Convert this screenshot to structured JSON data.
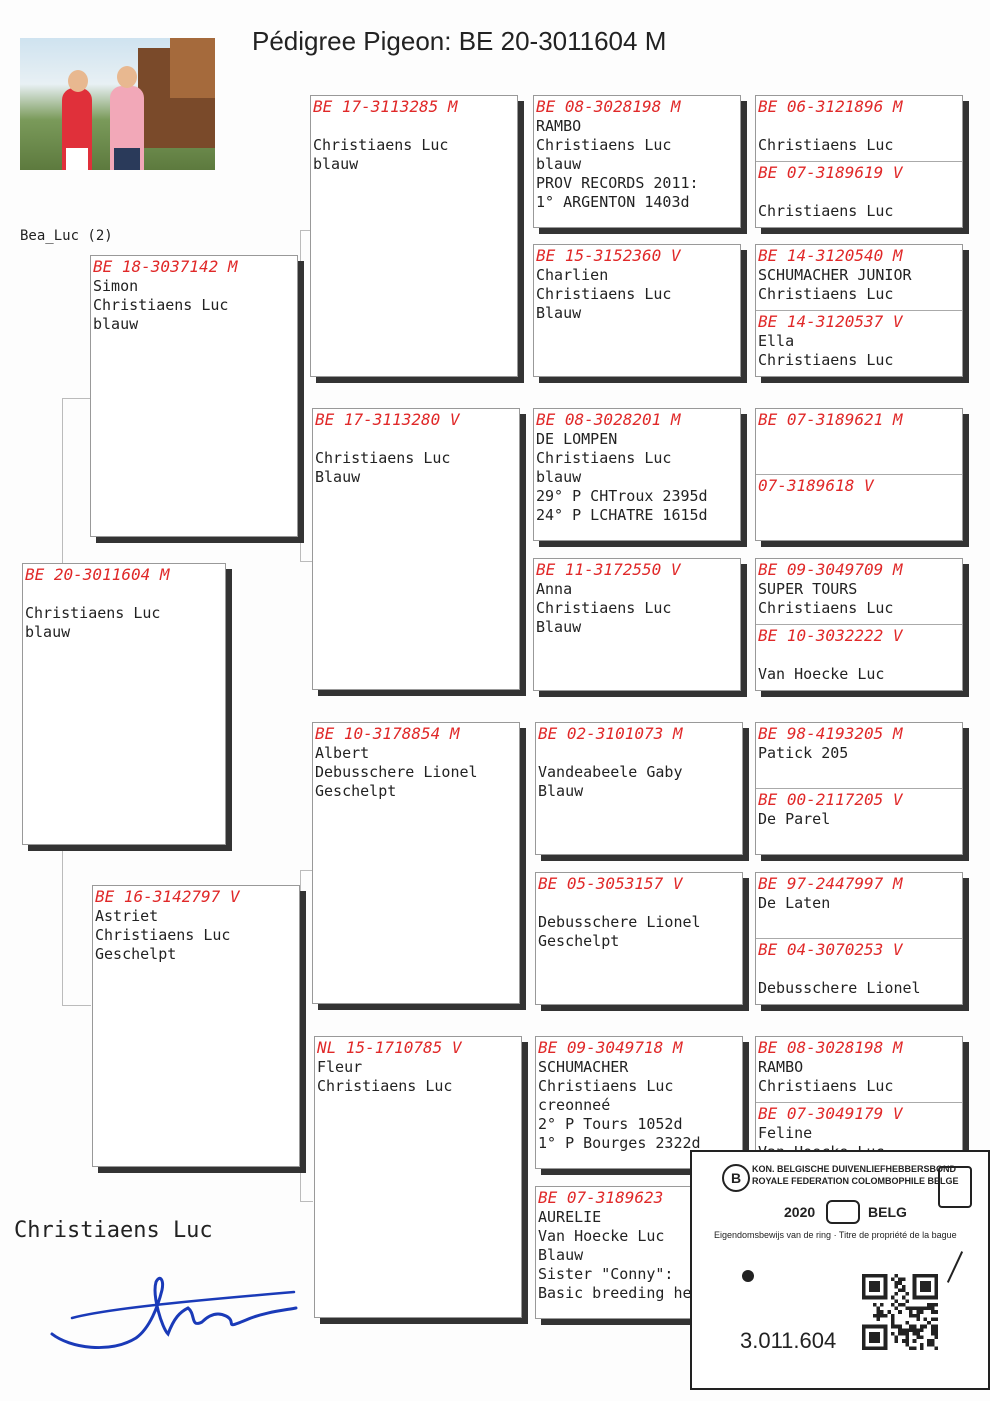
{
  "title": "Pédigree Pigeon: BE  20-3011604 M",
  "bea_luc": "Bea_Luc (2)",
  "breeder_name": "Christiaens Luc",
  "cards": {
    "main": {
      "ring": "BE  20-3011604 M",
      "lines": [
        "",
        "Christiaens Luc",
        "blauw"
      ]
    },
    "father": {
      "ring": "BE  18-3037142 M",
      "lines": [
        "Simon",
        "Christiaens Luc",
        "blauw"
      ]
    },
    "mother": {
      "ring": "BE  16-3142797 V",
      "lines": [
        "Astriet",
        "Christiaens Luc",
        "Geschelpt"
      ]
    },
    "ff": {
      "ring": "BE  17-3113285 M",
      "lines": [
        "",
        "Christiaens Luc",
        "blauw"
      ]
    },
    "fm": {
      "ring": "BE  17-3113280 V",
      "lines": [
        "",
        "Christiaens Luc",
        "Blauw"
      ]
    },
    "mf": {
      "ring": "BE  10-3178854 M",
      "lines": [
        "Albert",
        "Debusschere Lionel",
        "Geschelpt"
      ]
    },
    "mm": {
      "ring": "NL  15-1710785 V",
      "lines": [
        "Fleur",
        "Christiaens Luc"
      ]
    },
    "fff": {
      "ring": "BE  08-3028198 M",
      "lines": [
        "RAMBO",
        "Christiaens Luc",
        "blauw",
        "PROV RECORDS 2011:",
        "1° ARGENTON 1403d"
      ]
    },
    "ffm": {
      "ring": "BE  15-3152360 V",
      "lines": [
        "Charlien",
        "Christiaens Luc",
        "Blauw"
      ]
    },
    "fmf": {
      "ring": "BE  08-3028201 M",
      "lines": [
        "DE LOMPEN",
        "Christiaens Luc",
        "blauw",
        "29° P CHTroux 2395d",
        "24° P LCHATRE 1615d"
      ]
    },
    "fmm": {
      "ring": "BE  11-3172550 V",
      "lines": [
        "Anna",
        "Christiaens Luc",
        "Blauw"
      ]
    },
    "mff": {
      "ring": "BE  02-3101073 M",
      "lines": [
        "",
        "Vandeabeele Gaby",
        "Blauw"
      ]
    },
    "mfm": {
      "ring": "BE  05-3053157 V",
      "lines": [
        "",
        "Debusschere Lionel",
        "Geschelpt"
      ]
    },
    "mmf": {
      "ring": "BE  09-3049718 M",
      "lines": [
        "SCHUMACHER",
        "Christiaens Luc",
        "creonneé",
        "2° P Tours 1052d",
        "1° P Bourges 2322d"
      ]
    },
    "mmm": {
      "ring": "BE  07-3189623",
      "lines": [
        "AURELIE",
        "Van Hoecke Luc",
        "Blauw",
        "Sister \"Conny\":",
        "Basic breeding hen"
      ]
    },
    "g1a": {
      "ring": "BE  06-3121896 M",
      "lines": [
        "",
        "Christiaens Luc"
      ]
    },
    "g1b": {
      "ring": "BE  07-3189619 V",
      "lines": [
        "",
        "Christiaens Luc"
      ]
    },
    "g2a": {
      "ring": "BE  14-3120540 M",
      "lines": [
        "SCHUMACHER JUNIOR",
        "Christiaens Luc"
      ]
    },
    "g2b": {
      "ring": "BE  14-3120537 V",
      "lines": [
        "Ella",
        "Christiaens Luc"
      ]
    },
    "g3a": {
      "ring": "BE  07-3189621 M",
      "lines": []
    },
    "g3b": {
      "ring": "    07-3189618 V",
      "lines": []
    },
    "g4a": {
      "ring": "BE  09-3049709 M",
      "lines": [
        "SUPER TOURS",
        "Christiaens Luc"
      ]
    },
    "g4b": {
      "ring": "BE  10-3032222 V",
      "lines": [
        "",
        "Van Hoecke Luc"
      ]
    },
    "g5a": {
      "ring": "BE  98-4193205 M",
      "lines": [
        "Patick 205"
      ]
    },
    "g5b": {
      "ring": "BE  00-2117205 V",
      "lines": [
        "De Parel"
      ]
    },
    "g6a": {
      "ring": "BE  97-2447997 M",
      "lines": [
        "De Laten"
      ]
    },
    "g6b": {
      "ring": "BE  04-3070253 V",
      "lines": [
        "",
        "Debusschere Lionel"
      ]
    },
    "g7a": {
      "ring": "BE  08-3028198 M",
      "lines": [
        "RAMBO",
        "Christiaens Luc"
      ]
    },
    "g7b": {
      "ring": "BE  07-3049179 V",
      "lines": [
        "Feline",
        "Van Hoecke Luc"
      ]
    }
  },
  "certificate": {
    "org_nl": "KON. BELGISCHE DUIVENLIEFHEBBERSBOND",
    "org_fr": "ROYALE FEDERATION COLOMBOPHILE BELGE",
    "year": "2020",
    "country": "BELG",
    "ownership": "Eigendomsbewijs van de ring · Titre de propriété de la bague",
    "ring_number": "3.011.604",
    "logo_letter": "B"
  },
  "colors": {
    "ring_red": "#e02828",
    "text": "#222222",
    "shadow": "#333333"
  }
}
